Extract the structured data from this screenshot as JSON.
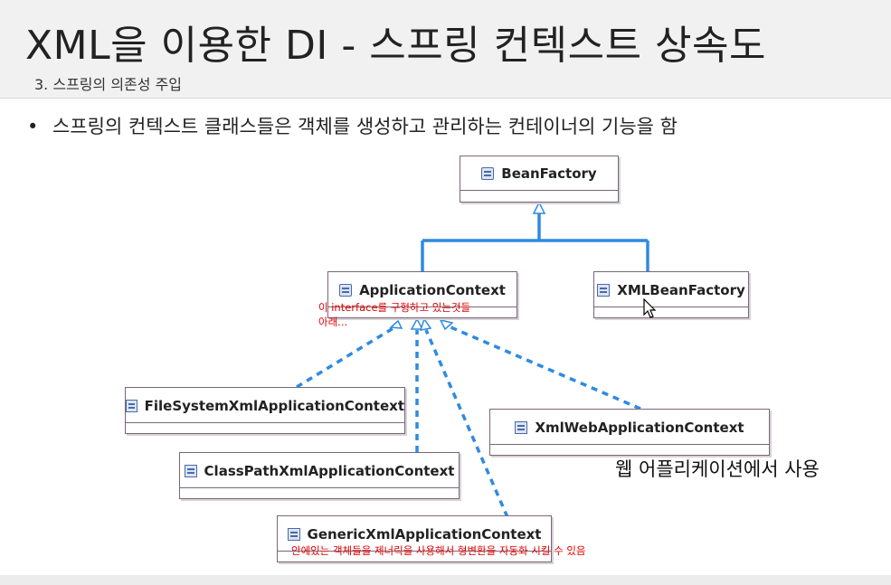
{
  "slide": {
    "title": "XML을 이용한 DI - 스프링 컨텍스트 상속도",
    "subtitle": "3. 스프링의 의존성 주입",
    "bullet": "스프링의 컨텍스트 클래스들은 객체를 생성하고 관리하는 컨테이너의 기능을 함"
  },
  "diagram": {
    "nodes": {
      "bean_factory": "BeanFactory",
      "application_context": "ApplicationContext",
      "xml_bean_factory": "XMLBeanFactory",
      "file_system": "FileSystemXmlApplicationContext",
      "class_path": "ClassPathXmlApplicationContext",
      "generic": "GenericXmlApplicationContext",
      "xml_web": "XmlWebApplicationContext"
    },
    "notes": {
      "interface_note_line1": "이 interface를 구형하고 있는것들",
      "interface_note_line2": "아래...",
      "web_note": "웹 어플리케이션에서 사용",
      "generic_note": "안에있는 객체들을 제너릭을 사용해서 형변환을 자동화 시킬 수 있음"
    },
    "colors": {
      "connector": "#2f8ae0",
      "box_border": "#7a6678",
      "annotation_red": "#e00000"
    }
  }
}
